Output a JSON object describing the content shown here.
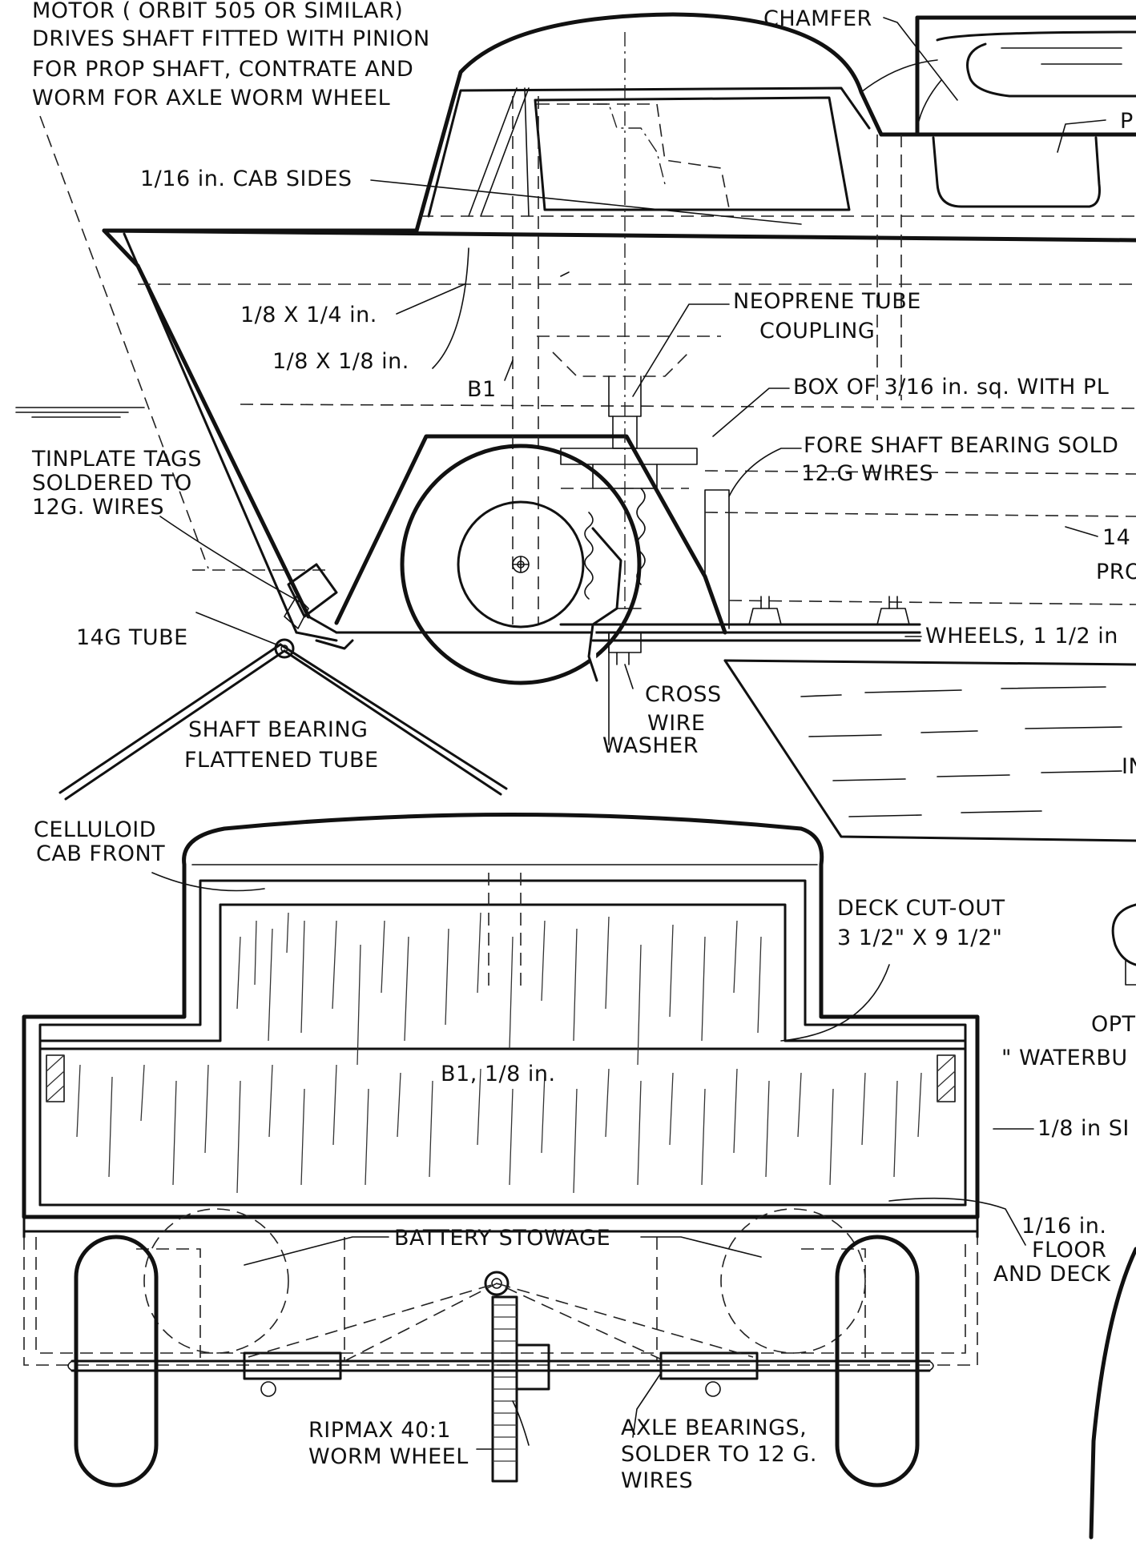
{
  "labels": {
    "motor": [
      "MOTOR (  ORBIT 505 OR SIMILAR)",
      "DRIVES SHAFT FITTED WITH PINION",
      "FOR PROP SHAFT, CONTRATE AND",
      "WORM FOR AXLE WORM WHEEL"
    ],
    "chamfer": "CHAMFER",
    "p_partial": "P",
    "cab_sides": "1/16 in. CAB SIDES",
    "strip_quarter": "1/8 X 1/4 in.",
    "strip_eighth": "1/8 X 1/8 in.",
    "b1_side": "B1",
    "neoprene": [
      "NEOPRENE TUBE",
      "COUPLING"
    ],
    "box": "BOX OF 3/16 in. sq. WITH PL",
    "fore_shaft": [
      "FORE SHAFT BEARING SOLD",
      "12.G WIRES"
    ],
    "tinplate": [
      "TINPLATE TAGS",
      "SOLDERED TO",
      "12G. WIRES"
    ],
    "fourteen_partial": [
      "14",
      "PRO"
    ],
    "tube_14g": "14G TUBE",
    "wheels": "WHEELS, 1 1/2 in",
    "cross_wire": [
      "CROSS",
      "WIRE"
    ],
    "shaft_bearing": [
      "SHAFT BEARING",
      "FLATTENED TUBE"
    ],
    "washer": "WASHER",
    "in_partial": "IN",
    "celluloid": [
      "CELLULOID",
      "CAB FRONT"
    ],
    "deck_cutout": [
      "DECK CUT-OUT",
      "3 1/2\" X 9 1/2\""
    ],
    "opt_partial": [
      "OPT",
      "\" WATERBU"
    ],
    "b1_plan": "B1, 1/8 in.",
    "side_eighth": "1/8 in SI",
    "floor_deck": [
      "1/16 in.",
      "FLOOR",
      "AND DECK"
    ],
    "battery": "BATTERY STOWAGE",
    "ripmax": [
      "RIPMAX 40:1",
      "WORM WHEEL"
    ],
    "axle_bearings": [
      "AXLE BEARINGS,",
      "SOLDER TO 12 G.",
      "WIRES"
    ]
  }
}
